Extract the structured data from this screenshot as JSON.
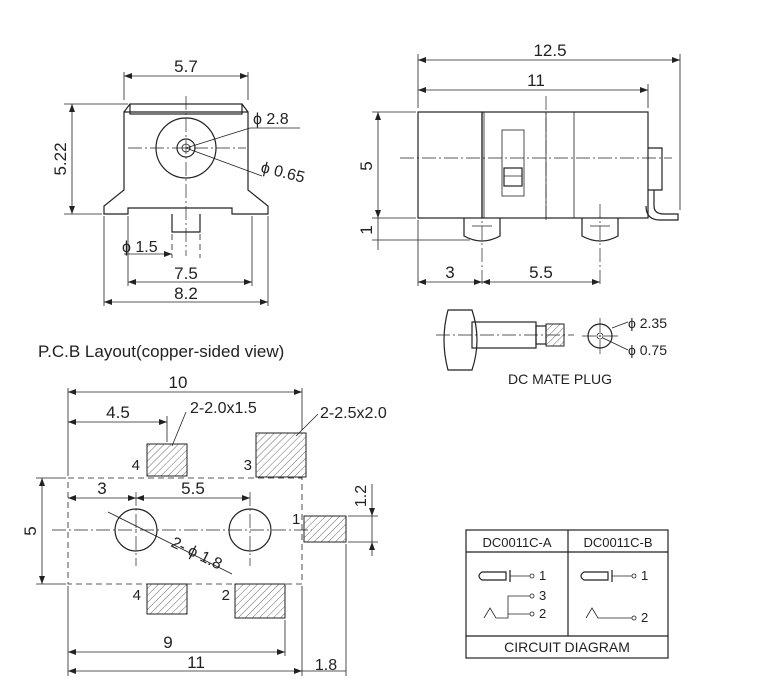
{
  "front_view": {
    "width": "5.7",
    "height": "5.22",
    "pin_dia": "ϕ 2.8",
    "hole_dia": "ϕ 0.65",
    "post_dia": "ϕ 1.5",
    "inner_width": "7.5",
    "outer_width": "8.2"
  },
  "side_view": {
    "total_length": "12.5",
    "body_length": "11",
    "height": "5",
    "standoff": "1",
    "front_offset": "3",
    "pin_spacing": "5.5"
  },
  "mate_plug": {
    "outer_dia": "ϕ 2.35",
    "inner_dia": "ϕ 0.75",
    "label": "DC MATE PLUG"
  },
  "pcb": {
    "title": "P.C.B Layout(copper-sided view)",
    "width_top": "10",
    "pad_offset": "4.5",
    "small_pad_note": "2-2.0x1.5",
    "large_pad_note": "2-2.5x2.0",
    "hole_offset": "3",
    "hole_spacing": "5.5",
    "height": "5",
    "pad1_height": "1.2",
    "hole_note": "2- ϕ 1.8",
    "bottom_inner": "9",
    "bottom_outer": "11",
    "right_extra": "1.8",
    "pins": [
      "1",
      "2",
      "3",
      "4",
      "4"
    ]
  },
  "circuit": {
    "col_a": "DC0011C-A",
    "col_b": "DC0011C-B",
    "a_pins": [
      "1",
      "3",
      "2"
    ],
    "b_pins": [
      "1",
      "2"
    ],
    "caption": "CIRCUIT DIAGRAM"
  }
}
